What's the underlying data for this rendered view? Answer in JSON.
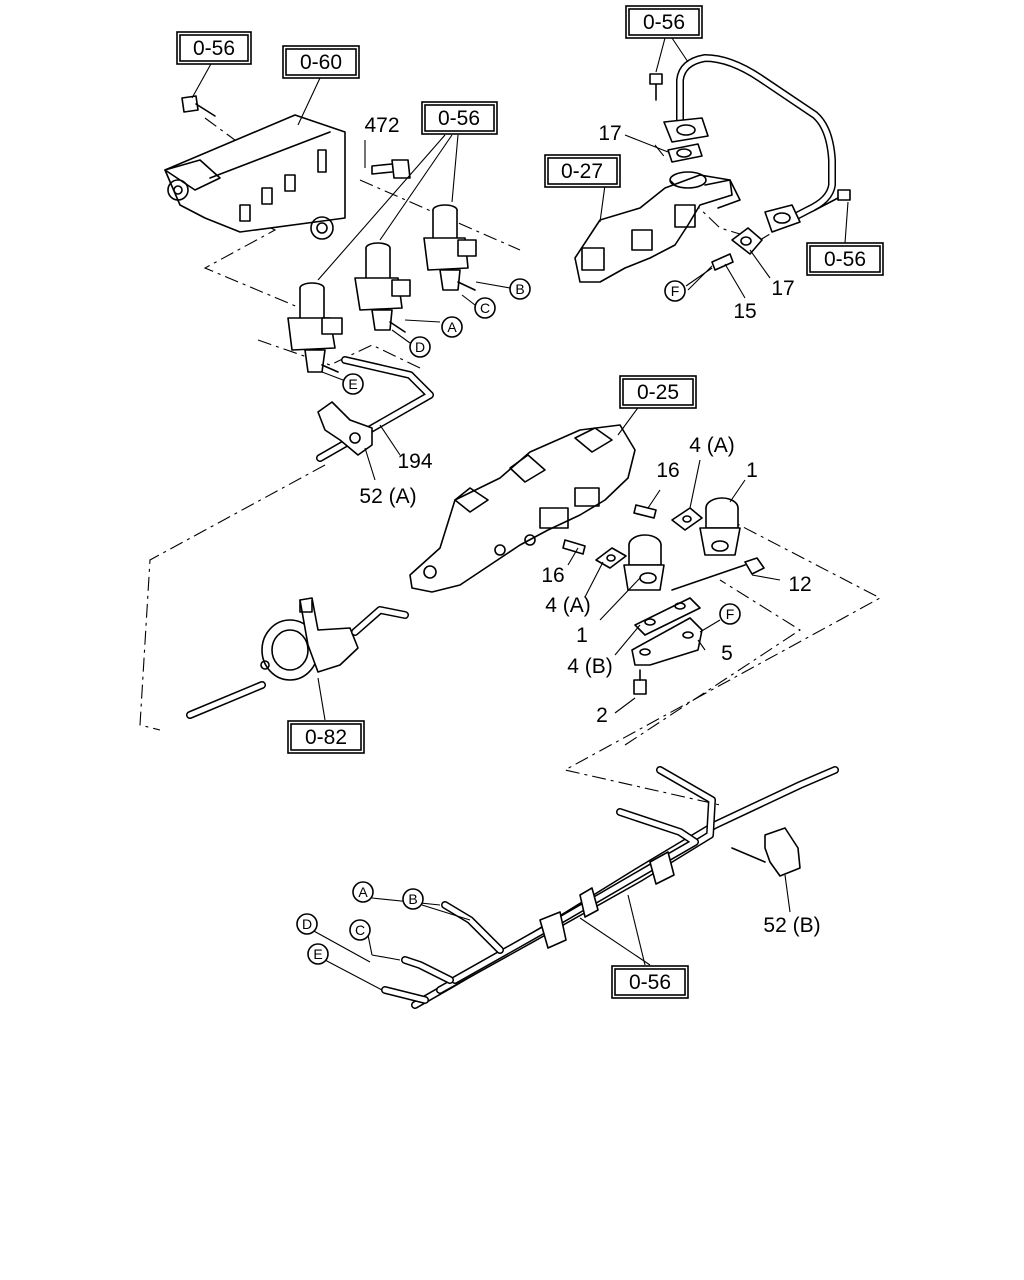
{
  "ref_boxes": {
    "r056_tl": "0-56",
    "r060": "0-60",
    "r056_sol": "0-56",
    "r056_top": "0-56",
    "r027": "0-27",
    "r056_right": "0-56",
    "r025": "0-25",
    "r082": "0-82",
    "r056_bottom": "0-56"
  },
  "labels": {
    "p472": "472",
    "p17a": "17",
    "p17b": "17",
    "p15": "15",
    "p194": "194",
    "p52a": "52 (A)",
    "p4a_top": "4 (A)",
    "p1_top": "1",
    "p16_top": "16",
    "p12": "12",
    "p16_low": "16",
    "p4a_low": "4 (A)",
    "p1_low": "1",
    "p4b": "4 (B)",
    "p5": "5",
    "p2": "2",
    "p52b": "52 (B)"
  },
  "circle_labels": {
    "A_sol": "A",
    "B_sol": "B",
    "C_sol": "C",
    "D_sol": "D",
    "E_sol": "E",
    "F_top": "F",
    "F_mid": "F",
    "A_hose": "A",
    "B_hose": "B",
    "C_hose": "C",
    "D_hose": "D",
    "E_hose": "E"
  }
}
